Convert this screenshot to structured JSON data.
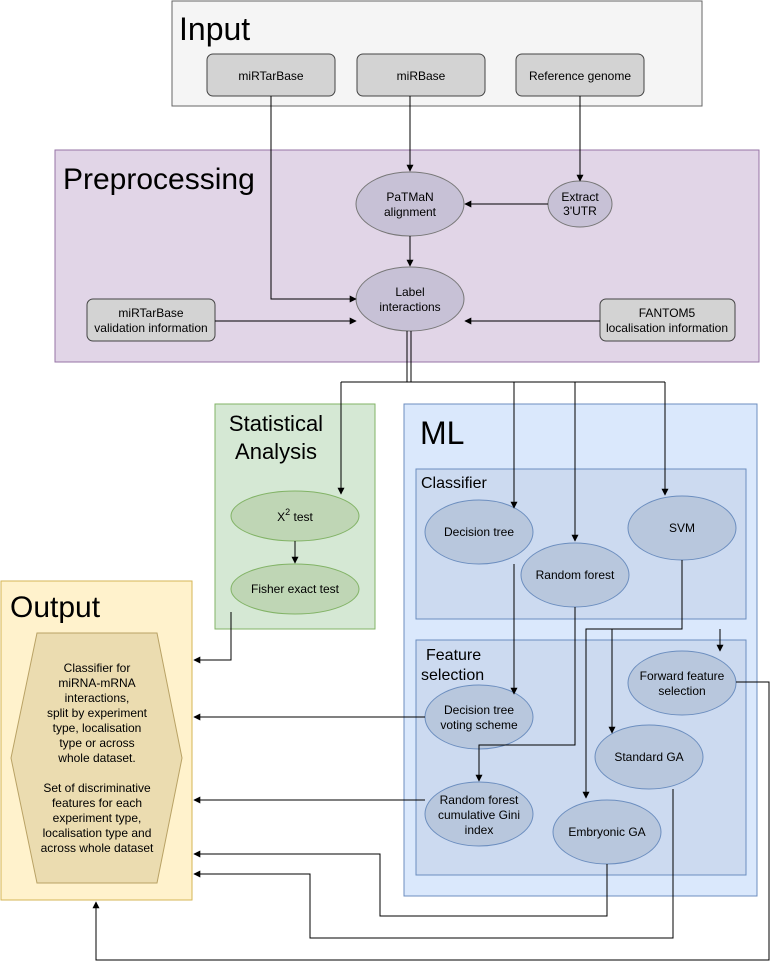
{
  "input": {
    "title": "Input",
    "nodes": {
      "mirtarbase": "miRTarBase",
      "mirbase": "miRBase",
      "reference_genome": "Reference genome"
    }
  },
  "preprocessing": {
    "title": "Preprocessing",
    "nodes": {
      "patman": [
        "PaTMaN",
        "alignment"
      ],
      "extract_utr": [
        "Extract",
        "3'UTR"
      ],
      "label_interactions": [
        "Label",
        "interactions"
      ],
      "mirtarbase_validation": [
        "miRTarBase",
        "validation information"
      ],
      "fantom5": [
        "FANTOM5",
        "localisation information"
      ]
    }
  },
  "statistical": {
    "title": [
      "Statistical",
      "Analysis"
    ],
    "nodes": {
      "chi_test_base": "X",
      "chi_test_sup": "2",
      "chi_test_rest": " test",
      "fisher": "Fisher exact test"
    }
  },
  "ml": {
    "title": "ML",
    "classifier": {
      "title": "Classifier",
      "nodes": {
        "decision_tree": "Decision tree",
        "random_forest": "Random forest",
        "svm": "SVM"
      }
    },
    "feature_selection": {
      "title": [
        "Feature",
        "selection"
      ],
      "nodes": {
        "forward": [
          "Forward feature",
          "selection"
        ],
        "dt_voting": [
          "Decision tree",
          "voting scheme"
        ],
        "standard_ga": "Standard GA",
        "rf_gini": [
          "Random forest",
          "cumulative Gini",
          "index"
        ],
        "embryonic_ga": "Embryonic GA"
      }
    }
  },
  "output": {
    "title": "Output",
    "text_lines": [
      "Classifier for",
      "miRNA-mRNA",
      "interactions,",
      "split by experiment",
      "type, localisation",
      "type or across",
      "whole dataset.",
      "",
      "Set of discriminative",
      "features for each",
      "experiment type,",
      "localisation type and",
      "across whole dataset"
    ]
  },
  "colors": {
    "input_fill": "#f5f5f5",
    "preprocessing_fill": "#e1d5e7",
    "preprocessing_stroke": "#9673a6",
    "node_fill": "#d3d3d3",
    "ellipse_fill": "#c7c1d6",
    "stat_fill": "#d5e8d4",
    "stat_stroke": "#82b366",
    "stat_ellipse": "#bfd6b5",
    "ml_fill": "#dae8fc",
    "ml_stroke": "#6c8ebf",
    "ml_sub_fill": "#ccdaf0",
    "ml_ellipse": "#b8c7dd",
    "output_fill": "#fff2cc",
    "output_stroke": "#d6b656",
    "output_hex": "#ebdcb0"
  }
}
